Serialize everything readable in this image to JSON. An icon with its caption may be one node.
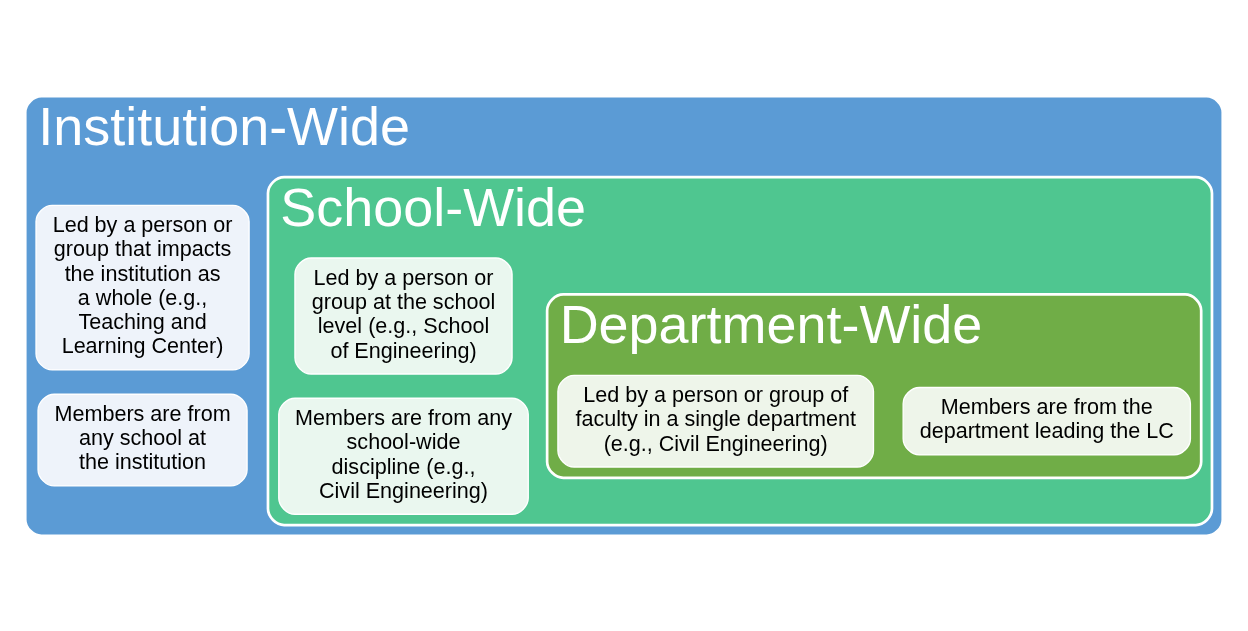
{
  "diagram": {
    "nodes": [
      {
        "text": [
          "Institution-Wide"
        ]
      },
      {
        "text": [
          "Led by a person or group that impacts the institution as a whole (e.g., Teaching and Learning Center)"
        ],
        "in": 0
      },
      {
        "text": [
          "Members are from any school at the institution"
        ],
        "in": 0
      },
      {
        "text": [
          "School-Wide"
        ],
        "in": 0
      },
      {
        "text": [
          "Led by a person or group at the school level (e.g., School of Engineering)"
        ],
        "in": 3
      },
      {
        "text": [
          "Members are from any school-wide discipline (e.g., Civil Engineering)"
        ],
        "in": 3
      },
      {
        "text": [
          "Department-Wide"
        ],
        "in": 3
      },
      {
        "text": [
          "Led by a person or group of faculty in a single department (e.g., Civil Engineering)"
        ],
        "in": 6
      },
      {
        "text": [
          "Members are from the department leading the LC"
        ],
        "in": 6
      }
    ],
    "edges": []
  }
}
